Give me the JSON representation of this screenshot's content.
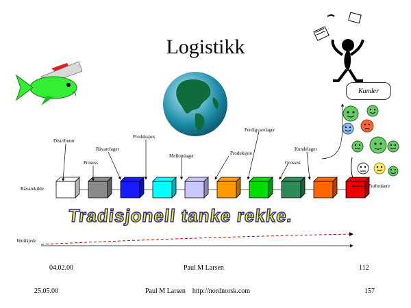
{
  "slide": {
    "title": "Logistikk"
  },
  "chain": {
    "boxes": [
      {
        "name": "råvarekilde",
        "color": "#ffffff"
      },
      {
        "name": "prosess",
        "color": "#8a8a8a"
      },
      {
        "name": "råvarelager",
        "color": "#1a1aff"
      },
      {
        "name": "produksjon",
        "color": "#00ffff"
      },
      {
        "name": "mellomlager",
        "color": "#c8c8ff"
      },
      {
        "name": "produksjon-2",
        "color": "#ff9900"
      },
      {
        "name": "ferdigvarelager",
        "color": "#00dd00"
      },
      {
        "name": "grossist",
        "color": "#2e8b57"
      },
      {
        "name": "kundelager",
        "color": "#ff6600"
      },
      {
        "name": "forbruker-box",
        "color": "#ee0000"
      }
    ],
    "labels": {
      "ravarekilde": "Råvarekilde",
      "distributor": "Distributør",
      "prosess": "Prosess",
      "ravarelager": "Råvarelager",
      "produksjon": "Produksjon",
      "mellomlager": "Mellomlager",
      "produksjon2": "Produksjon",
      "ferdigvarelager": "Ferdigvarelager",
      "grossist": "Grossist",
      "kundelager": "Kundelager",
      "forbrukere": "Forbrukere"
    }
  },
  "kunder_label": "Kunder",
  "banner": "Tradisjonell tanke rekke.",
  "verdikjede_label": "Verdikjede",
  "footer_inner": {
    "date": "04.02.00",
    "author": "Paul M Larsen",
    "page": "112"
  },
  "footer": {
    "date": "25.05.00",
    "author": "Paul M Larsen    http://nordnorsk.com",
    "page": "157"
  }
}
